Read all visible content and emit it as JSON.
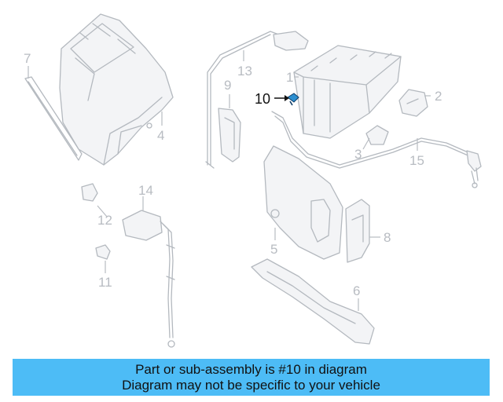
{
  "banner": {
    "line1": "Part or sub-assembly is #10 in diagram",
    "line2": "Diagram may not be specific to your vehicle",
    "color": "#4dbcf6"
  },
  "diagram": {
    "highlight_color": "#111111",
    "part_color": "#b4b9bf",
    "callouts": {
      "c1": "1",
      "c2": "2",
      "c3": "3",
      "c4": "4",
      "c5": "5",
      "c6": "6",
      "c7": "7",
      "c8": "8",
      "c9": "9",
      "c10": "10",
      "c11": "11",
      "c12": "12",
      "c13": "13",
      "c14": "14",
      "c15": "15"
    }
  }
}
